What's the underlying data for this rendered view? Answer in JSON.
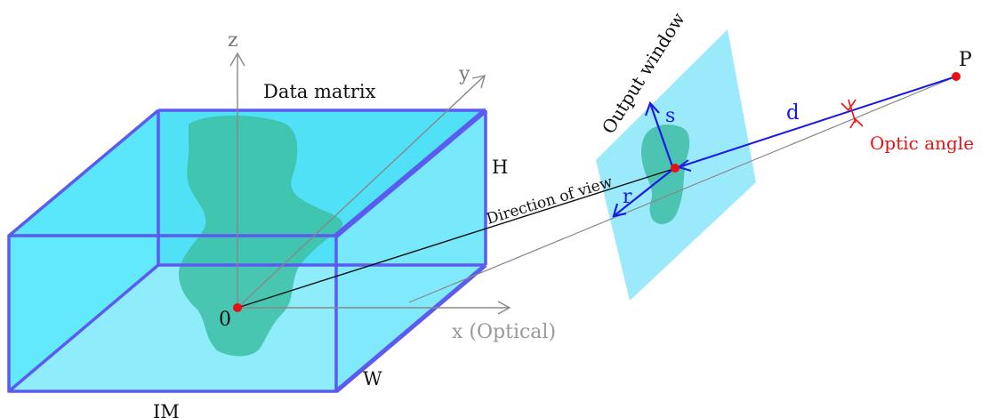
{
  "labels": {
    "z": "z",
    "y": "y",
    "x_optical": "x (Optical)",
    "data_matrix": "Data matrix",
    "H": "H",
    "W": "W",
    "IM": "IM",
    "origin": "0",
    "direction_of_view": "Direction of view",
    "output_window": "Output window",
    "s": "s",
    "r": "r",
    "d": "d",
    "P": "P",
    "optic_angle": "Optic angle"
  },
  "colors": {
    "box_fill": "#55e6fb",
    "box_edge": "#5b5bf0",
    "volume_blob": "#3dbfa4",
    "window_fill": "#96e9fb",
    "window_blob": "#45c0a8",
    "vector_blue": "#1a1ae6",
    "point_red": "#e81010",
    "optic_red": "#ee1111",
    "axis_gray": "#888888",
    "text": "#111111"
  }
}
